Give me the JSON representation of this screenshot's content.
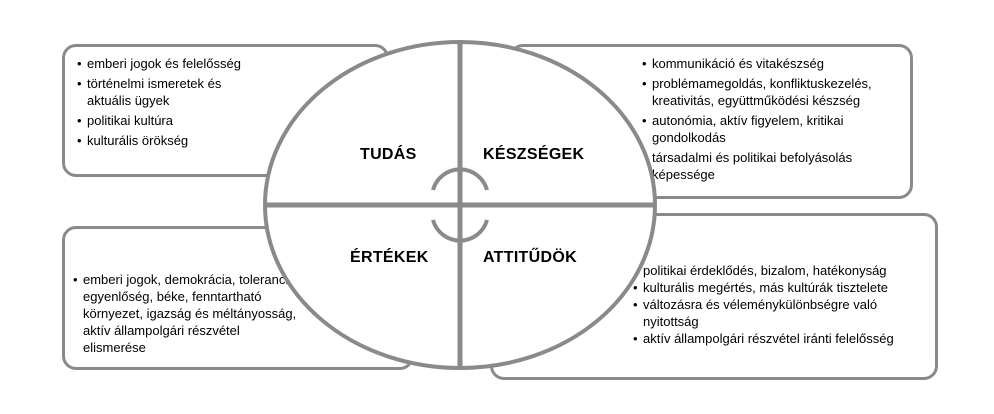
{
  "quadrants": {
    "knowledge": {
      "label": "TUDÁS",
      "items": [
        "emberi jogok és felelősség",
        "történelmi ismeretek és aktuális ügyek",
        "politikai kultúra",
        "kulturális örökség"
      ]
    },
    "skills": {
      "label": "KÉSZSÉGEK",
      "items": [
        "kommunikáció és vitakészség",
        "problémamegoldás, konfliktuskezelés, kreativitás, együttműködési készség",
        "autonómia, aktív figyelem, kritikai gondolkodás",
        "társadalmi és politikai befolyásolás képessége"
      ]
    },
    "values": {
      "label": "ÉRTÉKEK",
      "items": [
        "emberi jogok, demokrácia, tolerancia, egyenlőség, béke, fenntartható környezet, igazság és méltányosság, aktív állampolgári részvétel elismerése"
      ]
    },
    "attitudes": {
      "label": "ATTITŰDÖK",
      "items": [
        "politikai érdeklődés, bizalom, hatékonyság",
        "kulturális megértés, más kultúrák tisztelete",
        "változásra és véleménykülönbségre való nyitottság",
        "aktív állampolgári részvétel iránti felelősség"
      ]
    }
  },
  "colors": {
    "stroke": "#8a8a8a",
    "fill": "#ffffff",
    "text": "#000000"
  }
}
